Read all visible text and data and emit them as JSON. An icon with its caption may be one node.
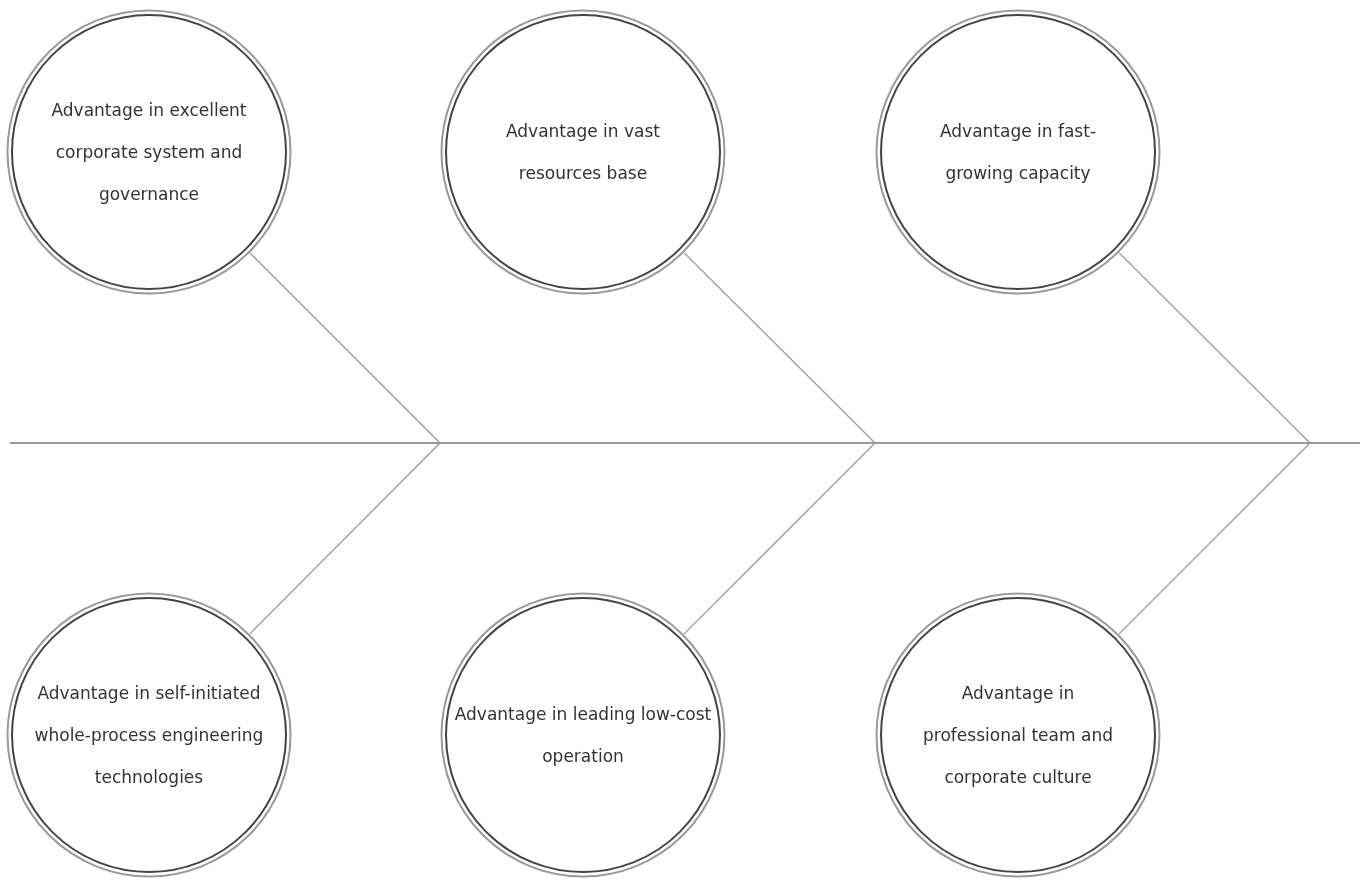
{
  "diagram": {
    "nodes": [
      {
        "text": [
          "Advantage in excellent corporate system and governance"
        ]
      },
      {
        "text": [
          "Advantage in vast resources base"
        ]
      },
      {
        "text": [
          "Advantage in fast-growing capacity"
        ]
      },
      {
        "text": [
          "Advantage in self-initiated whole-process engineering technologies"
        ]
      },
      {
        "text": [
          "Advantage in leading low-cost operation"
        ]
      },
      {
        "text": [
          "Advantage in professional team and corporate culture"
        ]
      },
      {
        "text": [],
        "shape": "bar"
      }
    ],
    "edges": [
      {
        "from": 0,
        "to": 6,
        "arrow": "none"
      },
      {
        "from": 1,
        "to": 6,
        "arrow": "none"
      },
      {
        "from": 2,
        "to": 6,
        "arrow": "none"
      },
      {
        "from": 3,
        "to": 6,
        "arrow": "none"
      },
      {
        "from": 4,
        "to": 6,
        "arrow": "none"
      },
      {
        "from": 5,
        "to": 6,
        "arrow": "none"
      }
    ]
  }
}
